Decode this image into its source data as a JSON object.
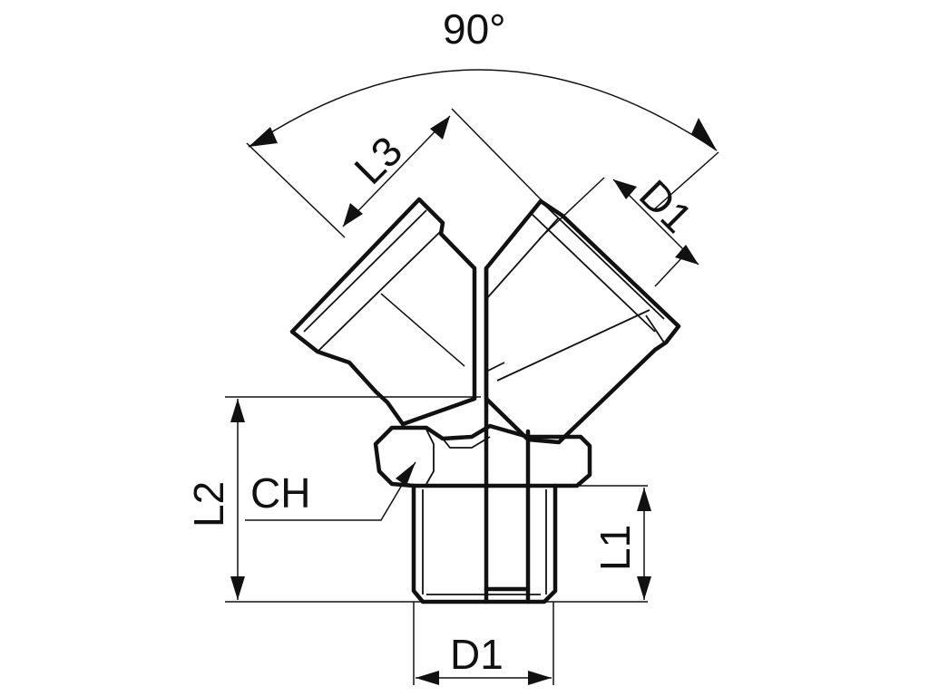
{
  "diagram": {
    "labels": {
      "angle": "90°",
      "l3": "L3",
      "d1_branch": "D1",
      "ch": "CH",
      "l2": "L2",
      "l1": "L1",
      "d1_base": "D1"
    },
    "colors": {
      "line": "#111111",
      "background": "#ffffff"
    }
  }
}
